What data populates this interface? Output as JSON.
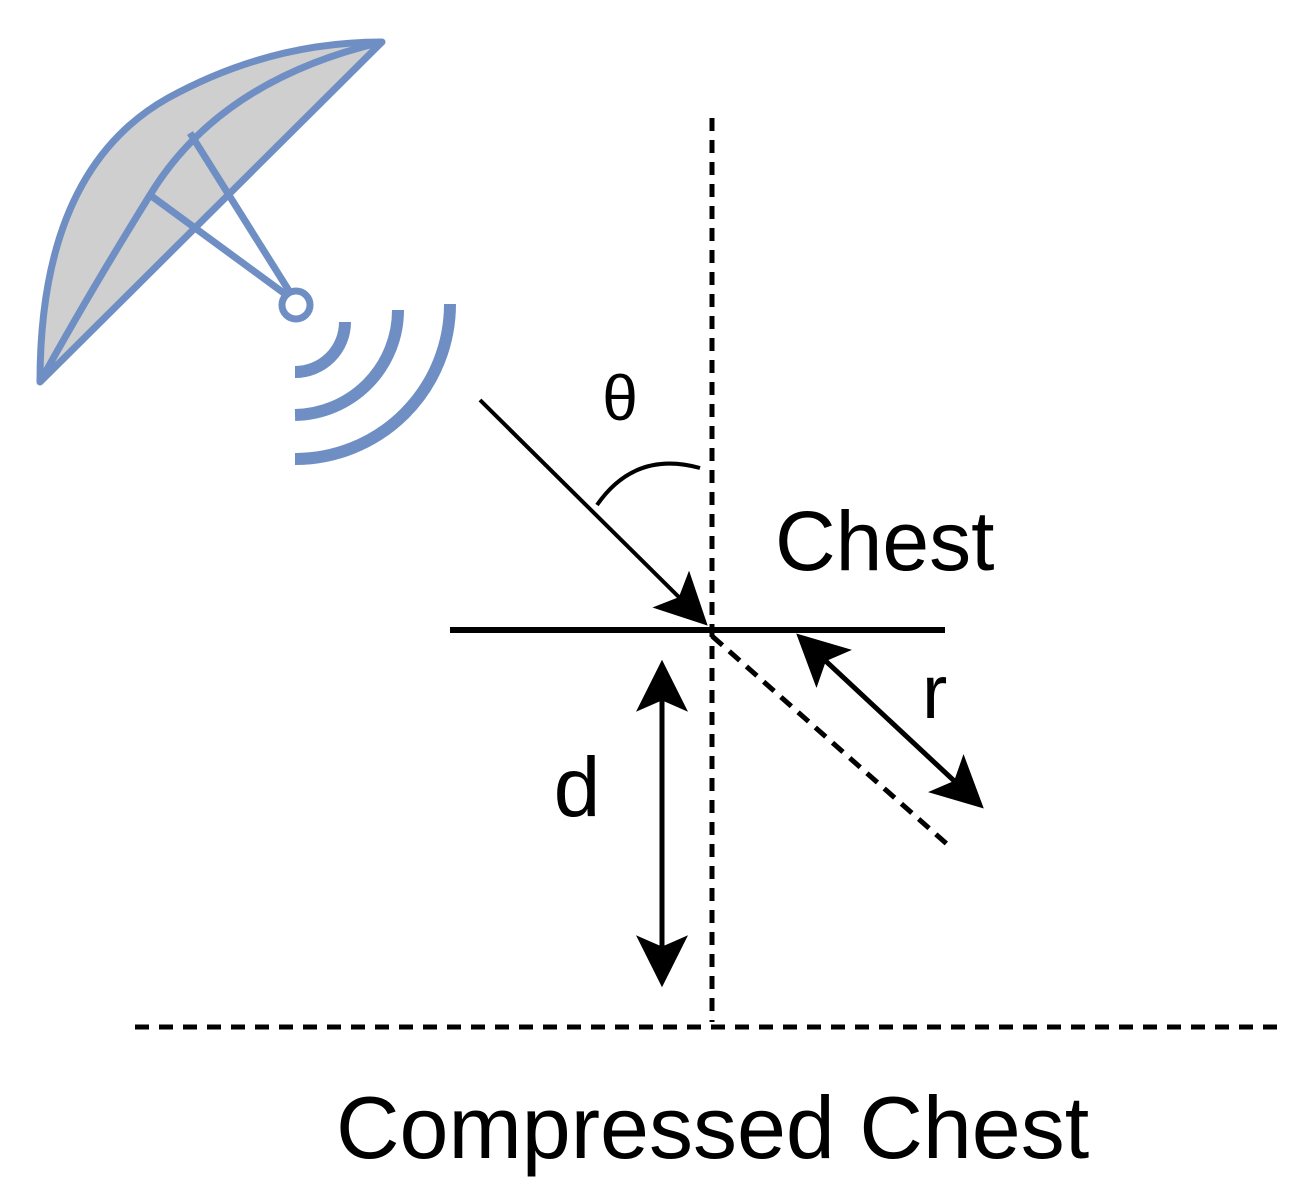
{
  "labels": {
    "theta": "θ",
    "chest": "Chest",
    "r": "r",
    "d": "d",
    "compressed_chest": "Compressed Chest"
  },
  "colors": {
    "antenna_stroke": "#6f8fc4",
    "antenna_fill": "#cfcfcf",
    "wave": "#6f8fc4",
    "line": "#000000"
  },
  "icons": {
    "antenna": "radar-dish-icon",
    "waves": "signal-waves-icon"
  }
}
